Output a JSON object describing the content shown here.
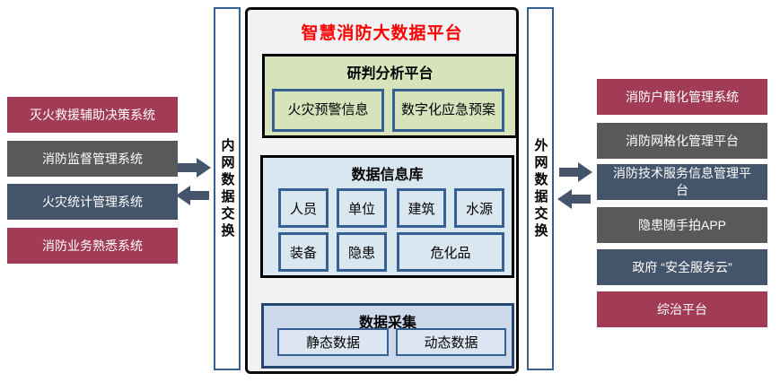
{
  "colors": {
    "crimson": "#a23b55",
    "gray": "#595959",
    "steel": "#44546a",
    "arrow": "#44546a",
    "bar_border": "#376092",
    "title_red": "#ff0000",
    "green_fill": "#d6e3bb",
    "blue_fill": "#d9e7f1",
    "collect_fill": "#ccd9ea",
    "collect_border": "#24466e",
    "collect_sub_fill": "#dce6f2",
    "subbox_border": "#376092"
  },
  "platform": {
    "title": "智慧消防大数据平台",
    "sections": {
      "analysis": {
        "title": "研判分析平台",
        "items": [
          "火灾预警信息",
          "数字化应急预案"
        ]
      },
      "database": {
        "title": "数据信息库",
        "items": [
          "人员",
          "单位",
          "建筑",
          "水源",
          "装备",
          "隐患",
          "危化品"
        ]
      },
      "collection": {
        "title": "数据采集",
        "items": [
          "静态数据",
          "动态数据"
        ]
      }
    }
  },
  "exchanges": {
    "intranet": "内网数据交换",
    "extranet": "外网数据交换"
  },
  "left_systems": [
    {
      "label": "灭火救援辅助决策系统",
      "color": "crimson"
    },
    {
      "label": "消防监督管理系统",
      "color": "gray"
    },
    {
      "label": "火灾统计管理系统",
      "color": "steel"
    },
    {
      "label": "消防业务熟悉系统",
      "color": "crimson"
    }
  ],
  "right_systems": [
    {
      "label": "消防户籍化管理系统",
      "color": "crimson"
    },
    {
      "label": "消防网格化管理平台",
      "color": "gray"
    },
    {
      "label": "消防技术服务信息管理平台",
      "color": "steel"
    },
    {
      "label": "隐患随手拍APP",
      "color": "gray"
    },
    {
      "label": "政府 “安全服务云”",
      "color": "steel"
    },
    {
      "label": "综治平台",
      "color": "crimson"
    }
  ]
}
